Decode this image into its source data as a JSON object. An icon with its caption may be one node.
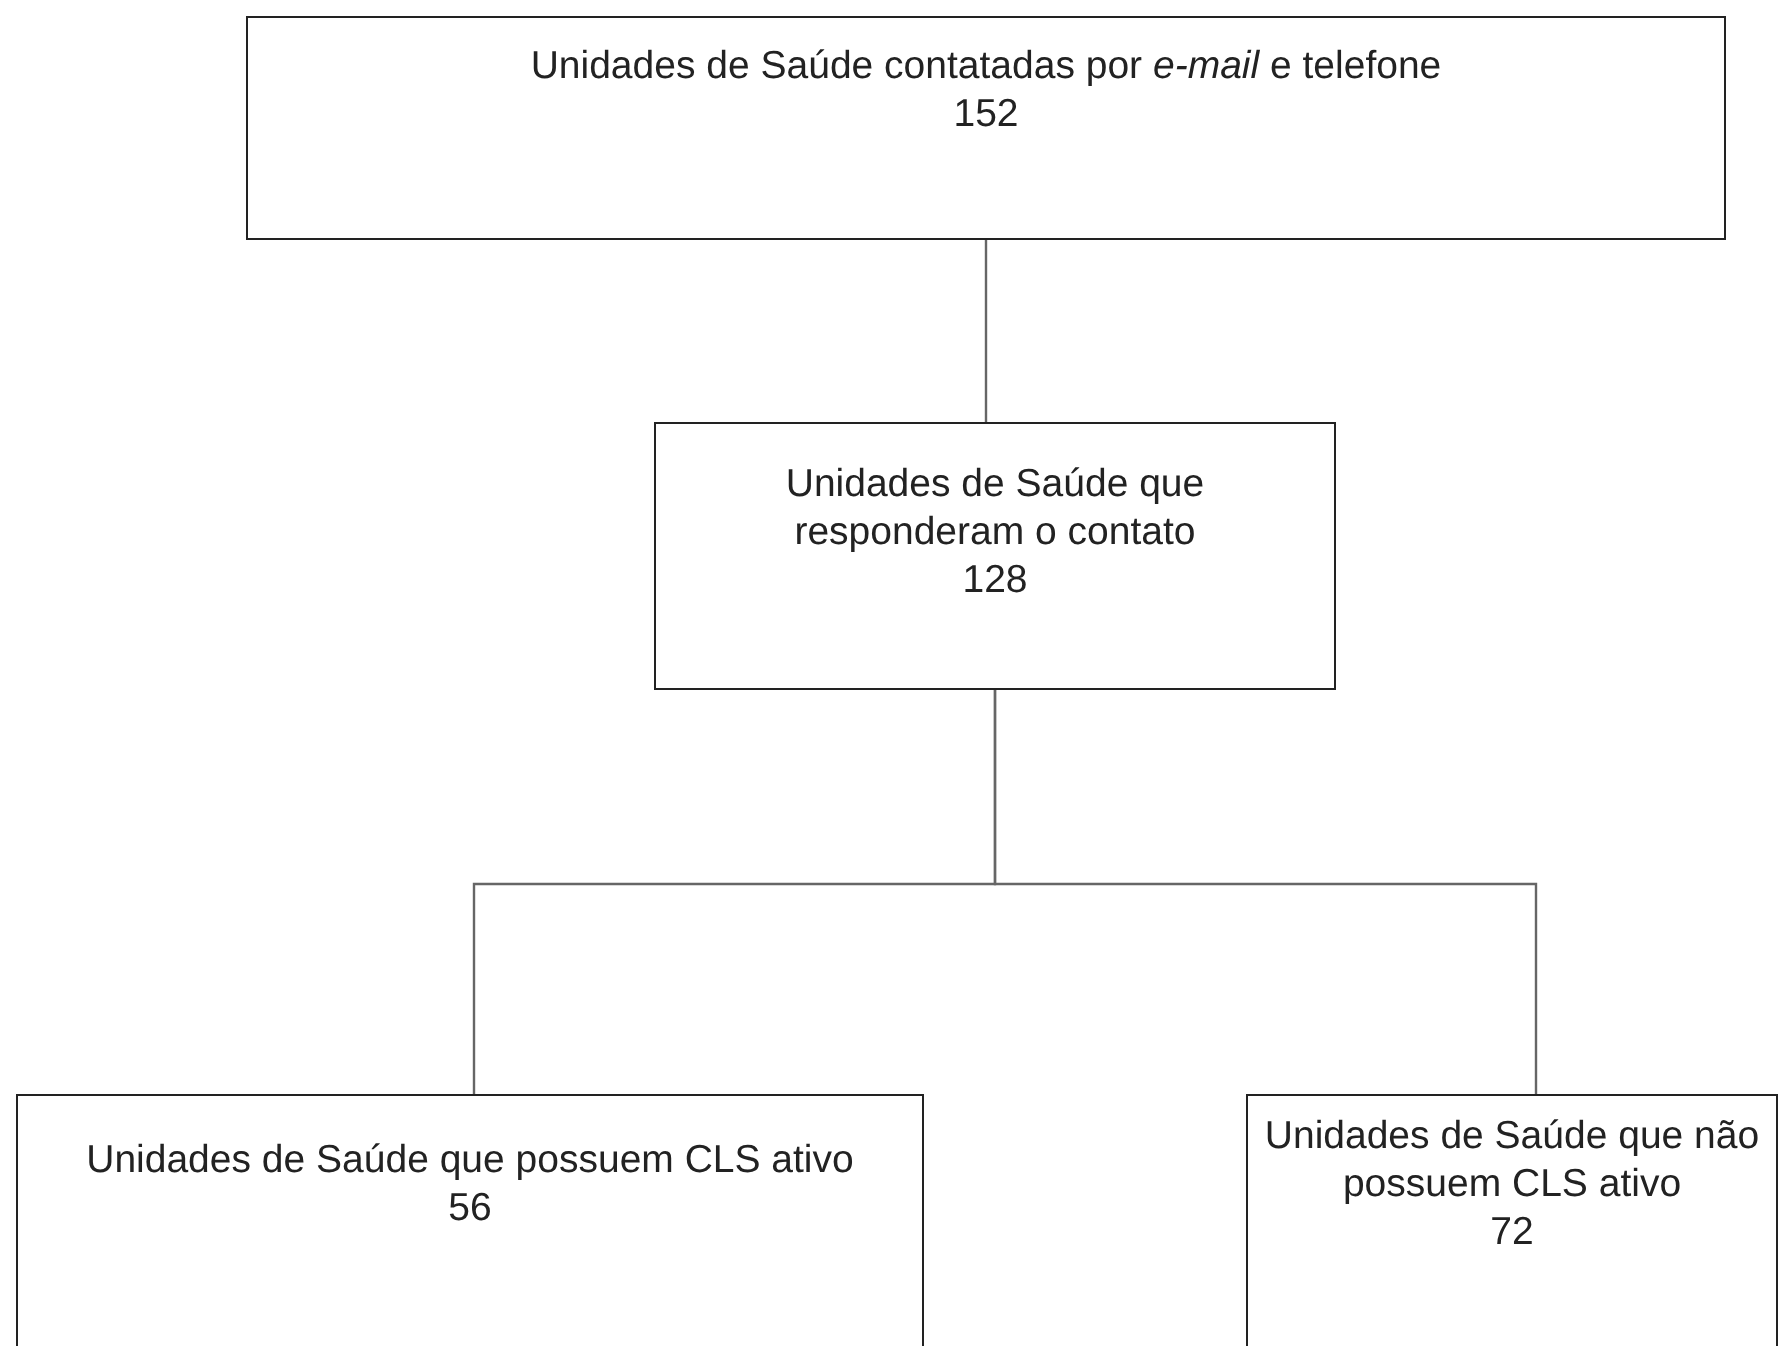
{
  "diagram": {
    "nodes": [
      {
        "text": [
          "Unidades de Saúde contatadas por *e-mail* e telefone",
          "152"
        ]
      },
      {
        "text": [
          "Unidades de Saúde que responderam o contato",
          "128"
        ]
      },
      {
        "text": [
          "Unidades de Saúde que possuem CLS ativo",
          "56"
        ]
      },
      {
        "text": [
          "Unidades de Saúde que não possuem CLS ativo",
          "72"
        ]
      }
    ],
    "edges": [
      {
        "from": 0,
        "to": 1,
        "arrow": "none"
      },
      {
        "from": 1,
        "to": 2,
        "arrow": "none"
      },
      {
        "from": 1,
        "to": 3,
        "arrow": "none"
      }
    ]
  }
}
